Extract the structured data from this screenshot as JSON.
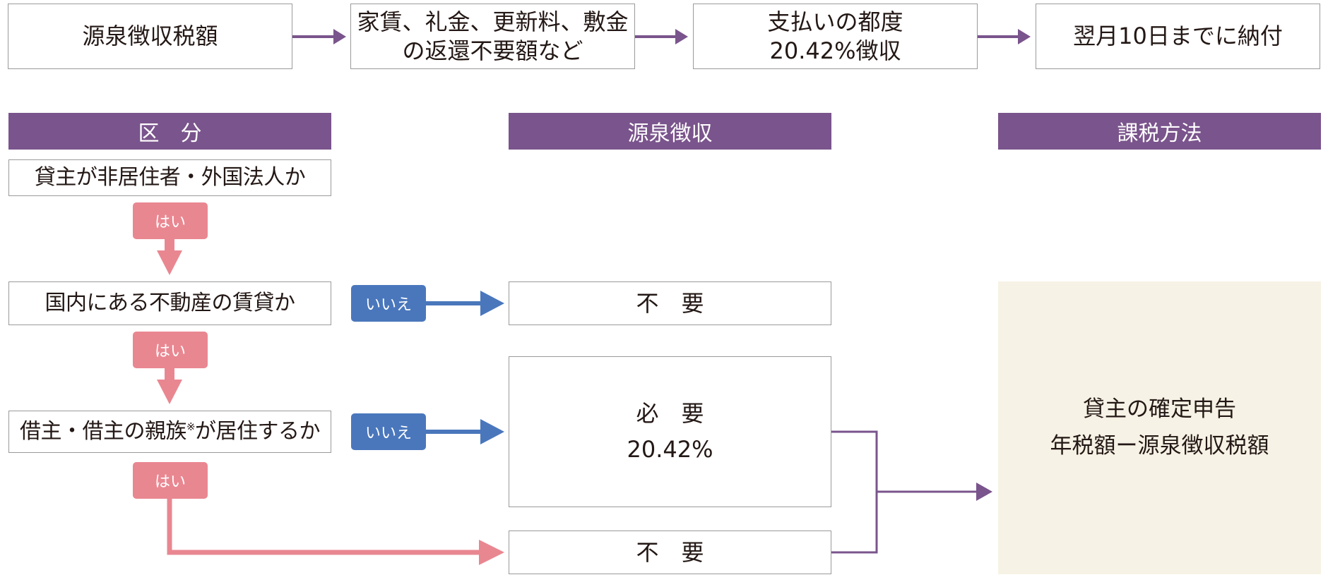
{
  "flow_top": {
    "step1": "源泉徴収税額",
    "step2_line1": "家賃、礼金、更新料、敷金",
    "step2_line2": "の返還不要額など",
    "step3_line1": "支払いの都度",
    "step3_line2": "20.42%徴収",
    "step4": "翌月10日までに納付"
  },
  "headers": {
    "category": "区　分",
    "withholding": "源泉徴収",
    "taxation": "課税方法"
  },
  "questions": {
    "q1": "貸主が非居住者・外国法人か",
    "q2": "国内にある不動産の賃貸か",
    "q3_main": "借主・借主の親族",
    "q3_mark": "※",
    "q3_tail": "が居住するか"
  },
  "tags": {
    "yes": "はい",
    "no": "いいえ"
  },
  "results": {
    "not_required_1": "不　要",
    "required": "必　要",
    "required_rate": "20.42%",
    "not_required_2": "不　要"
  },
  "taxation": {
    "line1": "貸主の確定申告",
    "line2": "年税額ー源泉徴収税額"
  },
  "colors": {
    "purple": "#7a548c",
    "pink": "#e98791",
    "blue": "#4a77bc",
    "beige": "#f6f2e5",
    "border": "#9a9a9a"
  }
}
